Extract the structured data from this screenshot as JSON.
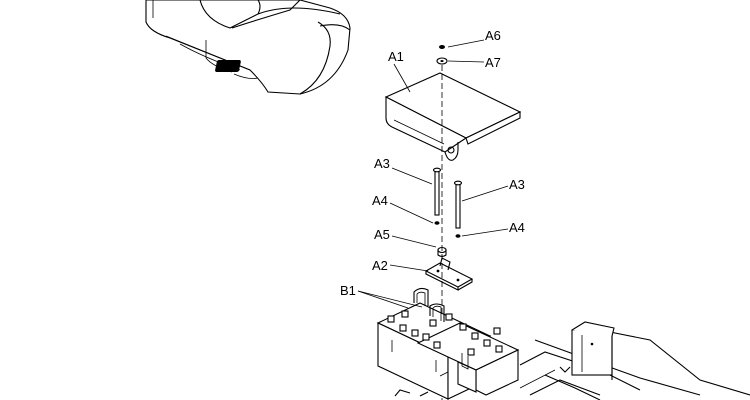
{
  "callouts": {
    "a1": "A1",
    "a2": "A2",
    "a3_left": "A3",
    "a3_right": "A3",
    "a4_left": "A4",
    "a4_right": "A4",
    "a5": "A5",
    "a6": "A6",
    "a7": "A7",
    "b1": "B1"
  },
  "colors": {
    "line": "#000000",
    "background": "#ffffff",
    "pad": "#000000"
  }
}
